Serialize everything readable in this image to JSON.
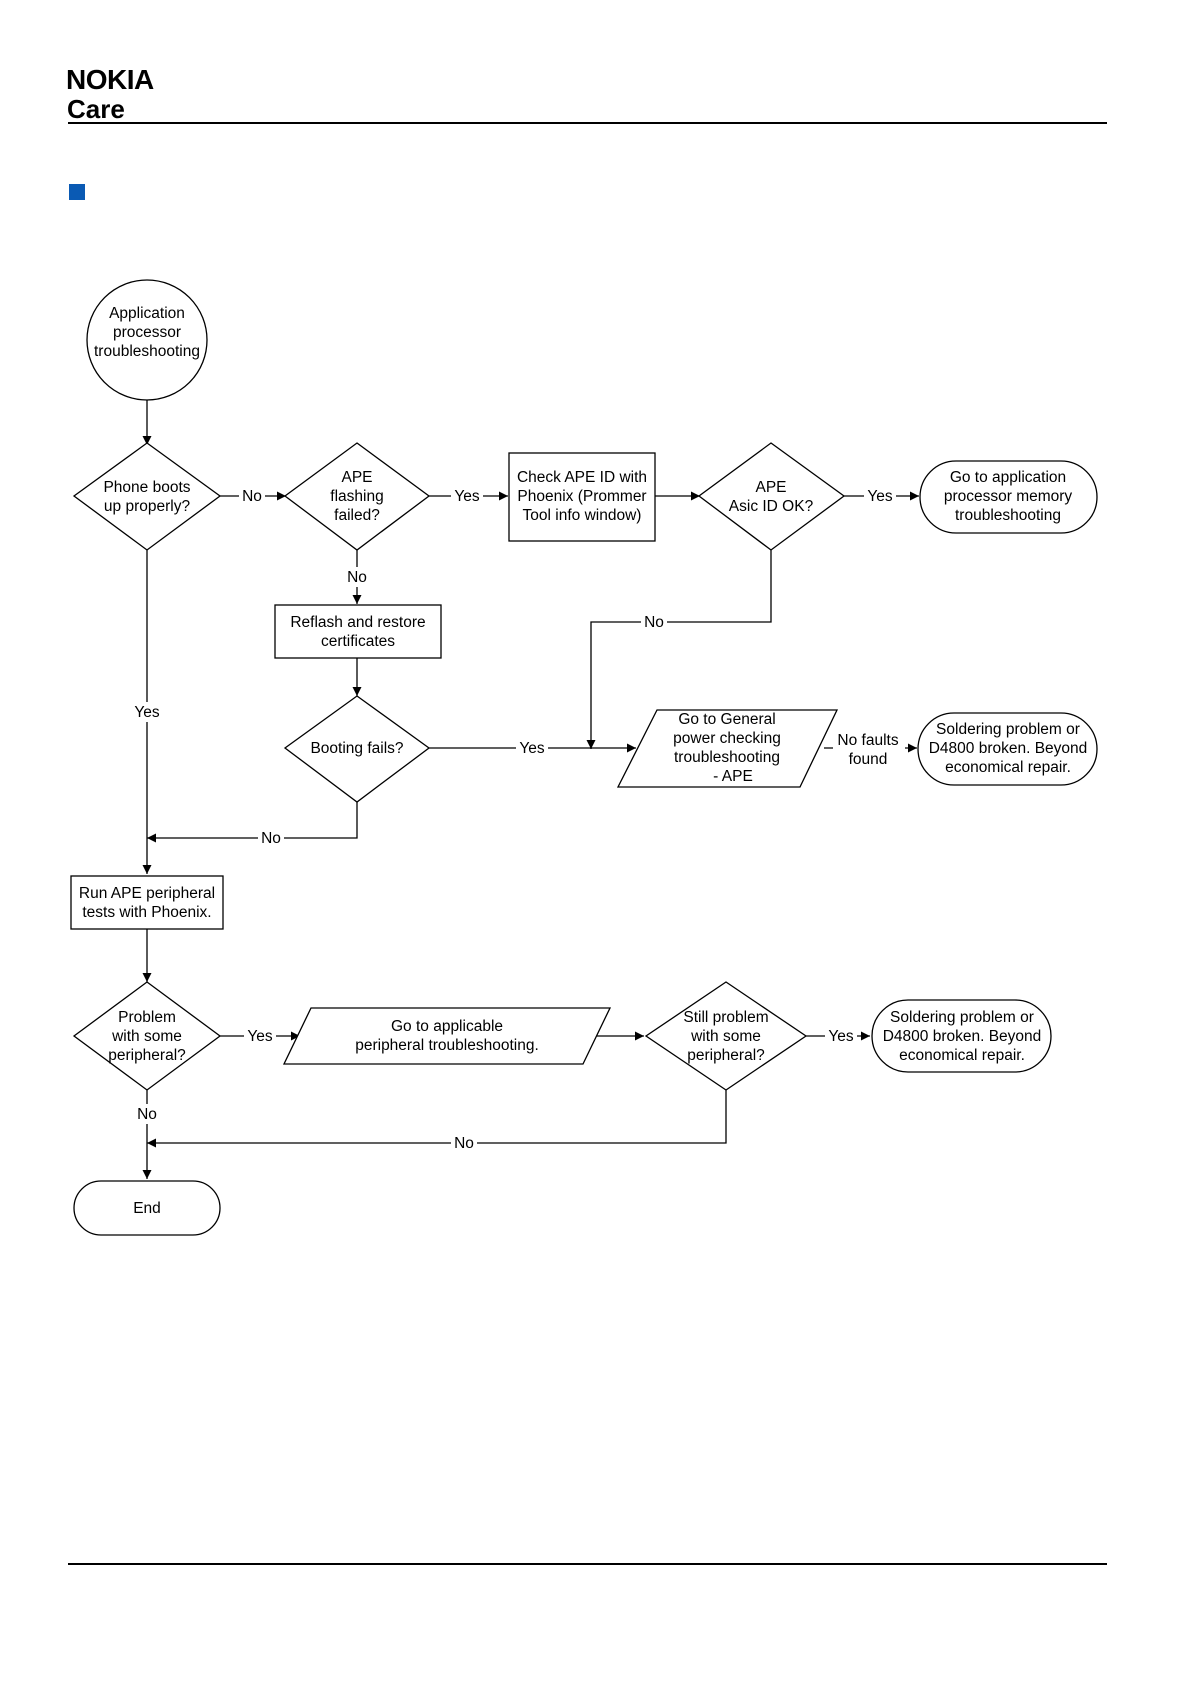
{
  "brand": {
    "name": "NOKIA",
    "sub": "Care",
    "name_color": "#124191",
    "sub_color": "#6cb33f"
  },
  "section_marker_color": "#0a5ab4",
  "nodes": {
    "start": [
      "Application",
      "processor",
      "troubleshooting"
    ],
    "boots": [
      "Phone boots",
      "up properly?"
    ],
    "flash": [
      "APE",
      "flashing",
      "failed?"
    ],
    "check": [
      "Check APE ID with",
      "Phoenix (Prommer",
      "Tool info window)"
    ],
    "asic": [
      "APE",
      "Asic ID OK?"
    ],
    "memory": [
      "Go to application",
      "processor memory",
      "troubleshooting"
    ],
    "reflash": [
      "Reflash and restore",
      "certificates"
    ],
    "bootfail": [
      "Booting fails?"
    ],
    "general": [
      "Go to General",
      "power checking",
      "troubleshooting",
      "- APE"
    ],
    "solder1": [
      "Soldering problem or",
      "D4800 broken. Beyond",
      "economical repair."
    ],
    "runape": [
      "Run APE peripheral",
      "tests with Phoenix."
    ],
    "problem": [
      "Problem",
      "with some",
      "peripheral?"
    ],
    "applicable": [
      "Go to applicable",
      "peripheral troubleshooting."
    ],
    "still": [
      "Still problem",
      "with some",
      "peripheral?"
    ],
    "solder2": [
      "Soldering problem or",
      "D4800 broken. Beyond",
      "economical repair."
    ],
    "end": [
      "End"
    ]
  },
  "edge_labels": {
    "boots_no": "No",
    "flash_yes": "Yes",
    "asic_yes": "Yes",
    "flash_no": "No",
    "asic_no": "No",
    "boots_yes": "Yes",
    "bootfail_yes": "Yes",
    "nofaults": [
      "No faults",
      "found"
    ],
    "bootfail_no": "No",
    "problem_yes": "Yes",
    "still_yes": "Yes",
    "problem_no": "No",
    "still_no": "No"
  }
}
